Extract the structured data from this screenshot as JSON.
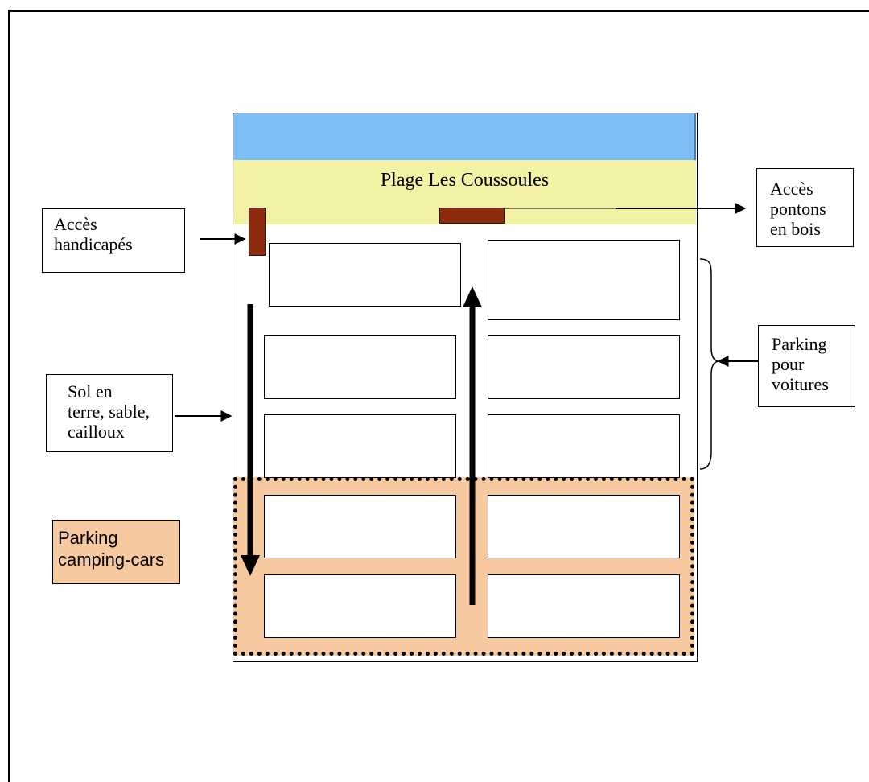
{
  "plan": {
    "title": "Plage Les Coussoules"
  },
  "labels": {
    "acces_handicapes": [
      "Accès",
      "handicapés"
    ],
    "acces_pontons": [
      "Accès",
      "pontons",
      "en bois"
    ],
    "parking_voitures": [
      "Parking",
      "pour",
      "voitures"
    ],
    "sol": [
      "Sol en",
      "terre, sable,",
      "cailloux"
    ],
    "parking_camping_cars": [
      "Parking",
      "camping-cars"
    ]
  },
  "colors": {
    "sea": "#7dbef7",
    "beach": "#f3f2a4",
    "camping_zone": "#f7c9a0",
    "access_marker": "#8b2a0c"
  }
}
